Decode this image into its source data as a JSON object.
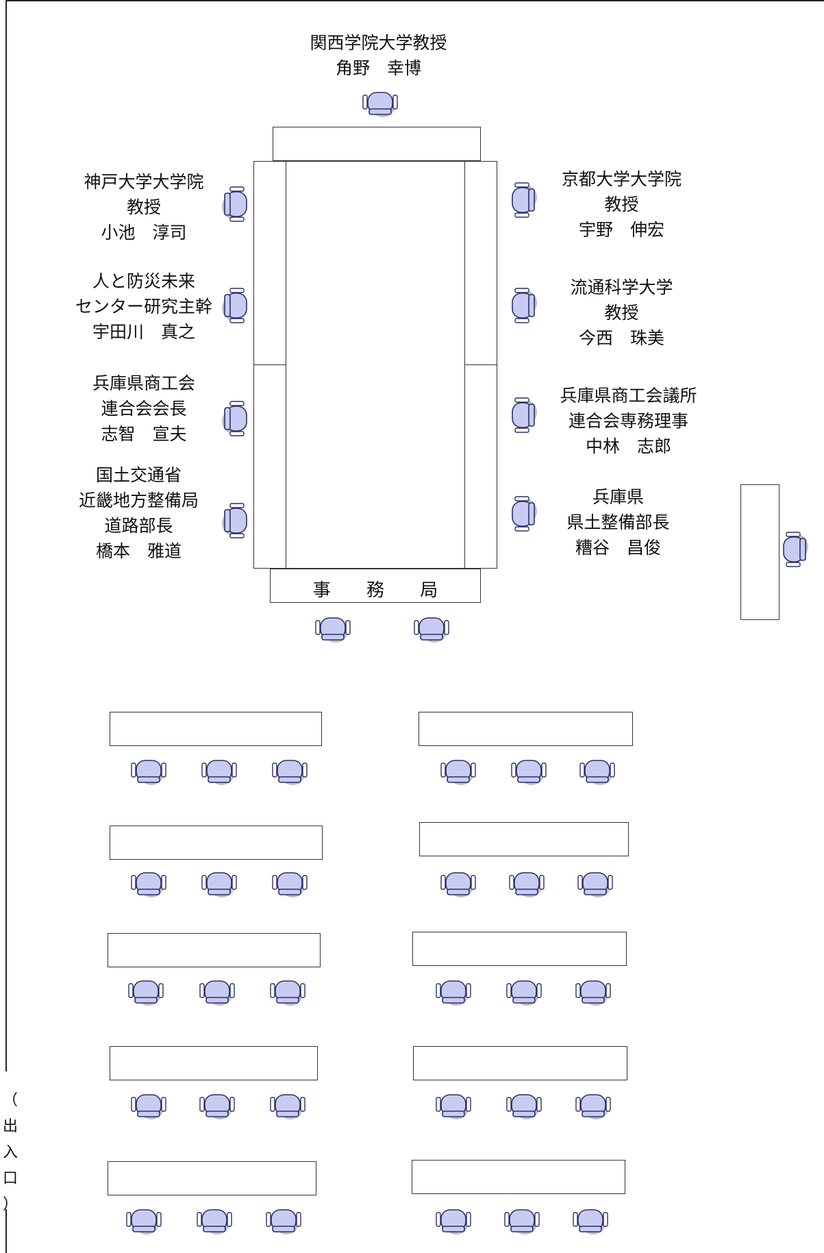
{
  "head_seat": {
    "lines": [
      "関西学院大学教授",
      "角野　幸博"
    ]
  },
  "left_seats": [
    {
      "lines": [
        "神戸大学大学院",
        "教授",
        "小池　淳司"
      ]
    },
    {
      "lines": [
        "人と防災未来",
        "センター研究主幹",
        "宇田川　真之"
      ]
    },
    {
      "lines": [
        "兵庫県商工会",
        "連合会会長",
        "志智　宣夫"
      ]
    },
    {
      "lines": [
        "国土交通省",
        "近畿地方整備局",
        "道路部長",
        "橋本　雅道"
      ]
    }
  ],
  "right_seats": [
    {
      "lines": [
        "京都大学大学院",
        "教授",
        "宇野　伸宏"
      ]
    },
    {
      "lines": [
        "流通科学大学",
        "教授",
        "今西　珠美"
      ]
    },
    {
      "lines": [
        "兵庫県商工会議所",
        "連合会専務理事",
        "中林　志郎"
      ]
    },
    {
      "lines": [
        "兵庫県",
        "県土整備部長",
        "糟谷　昌俊"
      ]
    }
  ],
  "secretariat": {
    "label": "事 務 局"
  },
  "entrance": {
    "chars": [
      "（",
      "出",
      "入",
      "口",
      "）"
    ]
  },
  "colors": {
    "chair_fill": "#c9ccf2",
    "chair_stroke": "#2a2f66",
    "shadow": "#8a8a8a",
    "line": "#333333"
  },
  "icons": {
    "chair": "office-chair-icon"
  }
}
